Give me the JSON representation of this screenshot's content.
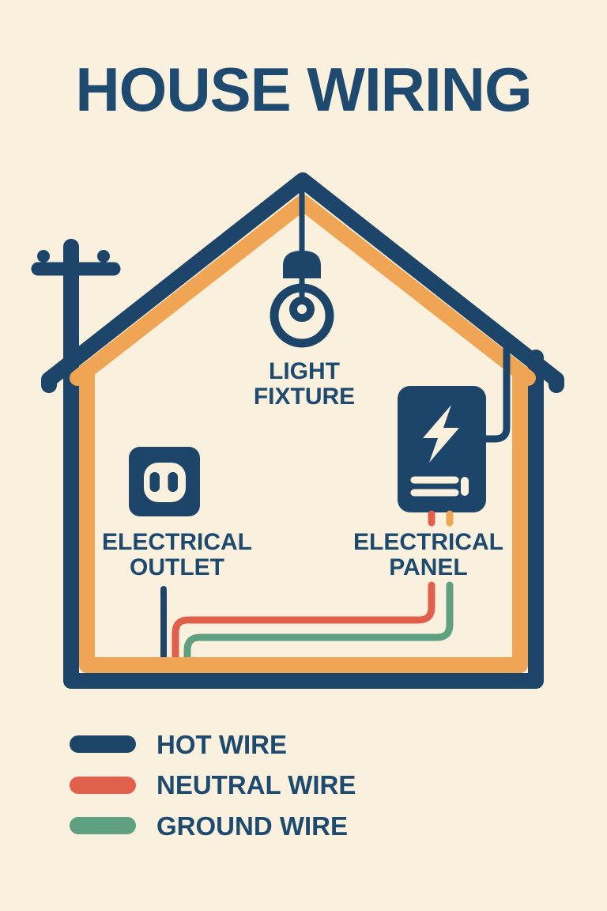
{
  "poster": {
    "title": "HOUSE WIRING",
    "background_color": "#f9f1de"
  },
  "diagram": {
    "labels": {
      "light_fixture": {
        "line1": "LIGHT",
        "line2": "FIXTURE"
      },
      "electrical_outlet": {
        "line1": "ELECTRICAL",
        "line2": "OUTLET"
      },
      "electrical_panel": {
        "line1": "ELECTRICAL",
        "line2": "PANEL"
      }
    },
    "icons": {
      "house": "house-outline-icon",
      "utility_pole": "utility-pole-icon",
      "light_bulb": "light-bulb-icon",
      "outlet": "electrical-outlet-icon",
      "panel": "electrical-panel-icon",
      "lightning_bolt": "lightning-bolt-icon"
    },
    "colors": {
      "navy": "#1d4569",
      "orange": "#efa553",
      "red": "#e0604c",
      "green": "#5fa081",
      "cream": "#f9f1de"
    }
  },
  "legend": {
    "items": [
      {
        "label": "HOT WIRE",
        "color": "#1d4569"
      },
      {
        "label": "NEUTRAL WIRE",
        "color": "#e0604c"
      },
      {
        "label": "GROUND WIRE",
        "color": "#5fa081"
      }
    ]
  }
}
